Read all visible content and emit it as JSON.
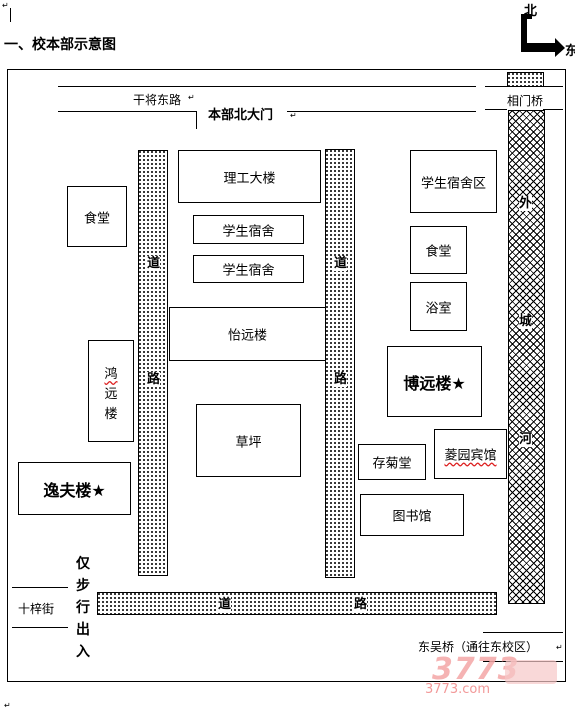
{
  "heading": "一、校本部示意图",
  "compass": {
    "north": "北",
    "east": "东"
  },
  "streets": {
    "top_street": "干将东路",
    "north_gate": "本部北大门",
    "left_street": "十梓街",
    "walk_only": [
      "仅",
      "步",
      "行",
      "出",
      "入"
    ],
    "xiangmen_bridge": "相门桥",
    "dongwu_bridge": "东吴桥（通往东校区）"
  },
  "roads": {
    "left_road": [
      "道",
      "路"
    ],
    "middle_road": [
      "道",
      "路"
    ],
    "bottom_road": [
      "道",
      "路"
    ],
    "river": [
      "外",
      "城",
      "河"
    ]
  },
  "buildings": {
    "canteen_left": "食堂",
    "ligong": "理工大楼",
    "dorm_1": "学生宿舍",
    "dorm_2": "学生宿舍",
    "yiyuan": "怡远楼",
    "hongyuan": [
      "鸿",
      "远",
      "楼"
    ],
    "lawn": "草坪",
    "yifu": "逸夫楼★",
    "dorm_area": "学生宿舍区",
    "canteen_right": "食堂",
    "bathhouse": "浴室",
    "boyuan": "博远楼★",
    "cunju": "存菊堂",
    "jingyuan_hotel": "菱园宾馆",
    "library": "图书馆"
  },
  "watermark": {
    "logo": "3773",
    "url": "3773.com"
  }
}
